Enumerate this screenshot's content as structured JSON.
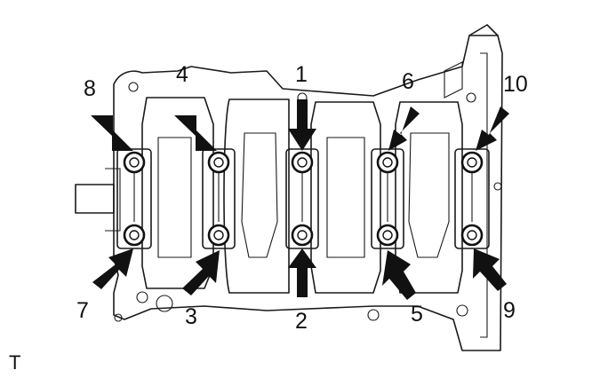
{
  "corner_label": "T",
  "bolts": [
    {
      "number": "1",
      "journal": 3,
      "row": "top"
    },
    {
      "number": "2",
      "journal": 3,
      "row": "bottom"
    },
    {
      "number": "3",
      "journal": 2,
      "row": "bottom"
    },
    {
      "number": "4",
      "journal": 2,
      "row": "top"
    },
    {
      "number": "5",
      "journal": 4,
      "row": "bottom"
    },
    {
      "number": "6",
      "journal": 4,
      "row": "top"
    },
    {
      "number": "7",
      "journal": 1,
      "row": "bottom"
    },
    {
      "number": "8",
      "journal": 1,
      "row": "top"
    },
    {
      "number": "9",
      "journal": 5,
      "row": "bottom"
    },
    {
      "number": "10",
      "journal": 5,
      "row": "top"
    }
  ],
  "colors": {
    "line": "#1a1a1a",
    "arrow": "#111111",
    "background": "#ffffff"
  }
}
